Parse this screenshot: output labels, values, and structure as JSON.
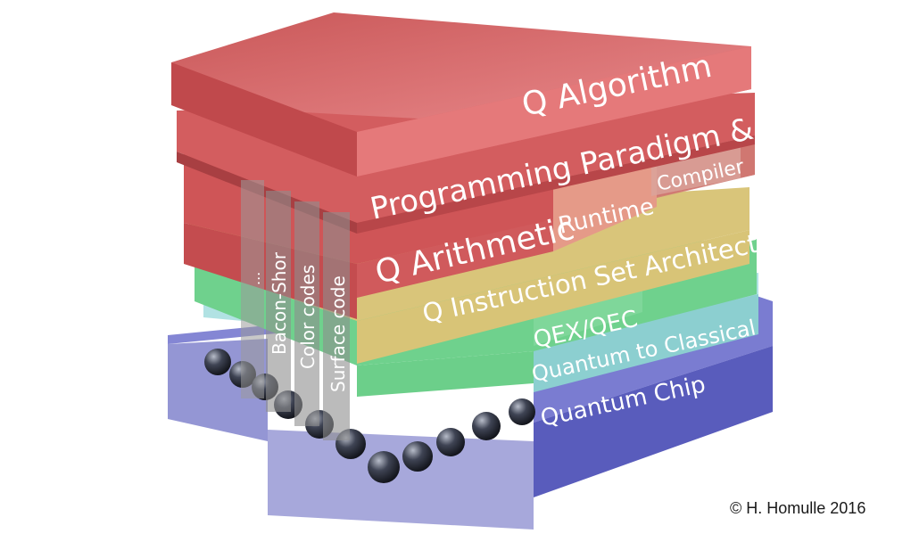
{
  "layers": {
    "q_algorithm": "Q Algorithm",
    "programming": "Programming Paradigm & Languages",
    "compiler": "Compiler",
    "q_arithmetic": "Q Arithmetic",
    "runtime": "Runtime",
    "isa": "Q Instruction Set Architecture",
    "qex_qec": "QEX/QEC",
    "quantum_to_classical": "Quantum to Classical",
    "quantum_chip": "Quantum Chip"
  },
  "qec_codes": {
    "dots": "...",
    "bacon_shor": "Bacon-Shor",
    "color_codes": "Color codes",
    "surface_code": "Surface code"
  },
  "copyright": "© H. Homulle 2016",
  "colors": {
    "red": "#d45a5c",
    "salmon": "#e59a88",
    "yellow": "#d9c57a",
    "green": "#6fd18d",
    "cyan": "#9fd8d8",
    "blue": "#3c3fb0"
  }
}
